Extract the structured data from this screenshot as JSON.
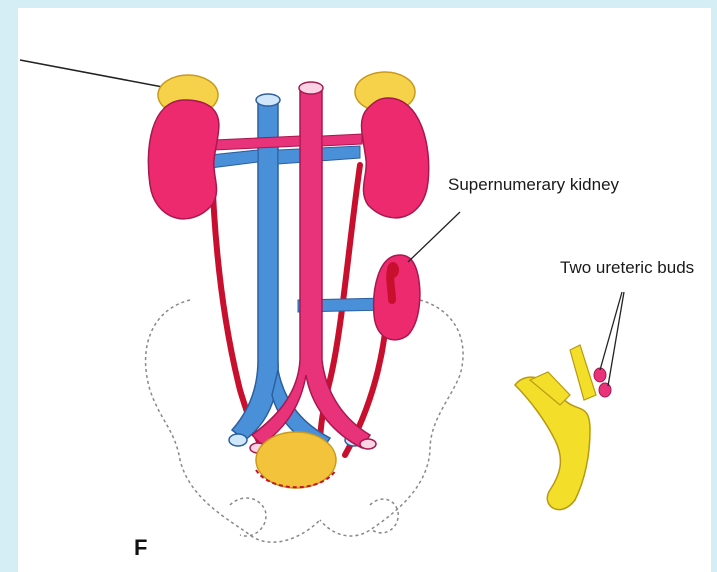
{
  "labels": {
    "supernumerary_kidney": "Supernumerary kidney",
    "two_ureteric_buds": "Two ureteric buds"
  },
  "panel_letter": "F",
  "colors": {
    "kidney": "#ee2a6e",
    "adrenal": "#f5d24a",
    "vein": "#4a90d9",
    "artery": "#e8327a",
    "ureter": "#c8102e",
    "bladder": "#f3c33c",
    "bud": "#f3df2a"
  }
}
